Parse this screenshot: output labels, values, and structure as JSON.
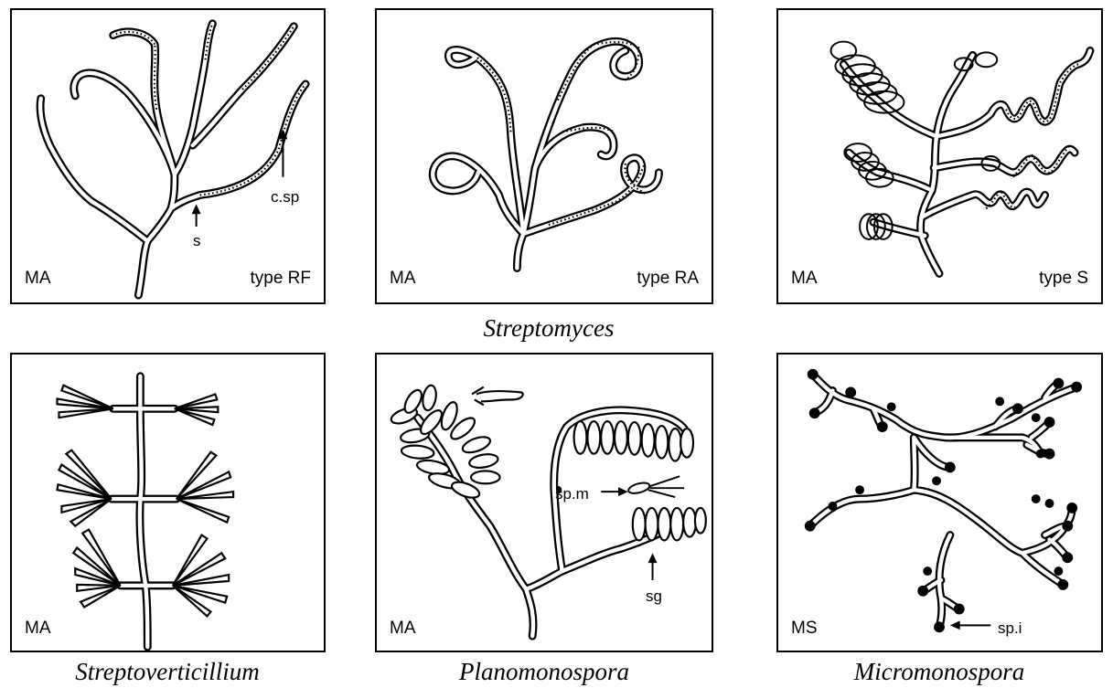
{
  "panels": {
    "rf": {
      "corner_left": "MA",
      "corner_right": "type RF",
      "annotations": {
        "spore_chain": "c.sp",
        "sporophore": "s"
      }
    },
    "ra": {
      "corner_left": "MA",
      "corner_right": "type RA"
    },
    "s": {
      "corner_left": "MA",
      "corner_right": "type S"
    },
    "sv": {
      "corner_left": "MA"
    },
    "plano": {
      "corner_left": "MA",
      "annotations": {
        "motile_spore": "sp.m",
        "sporangium": "sg"
      }
    },
    "micro": {
      "corner_left": "MS",
      "annotations": {
        "spore": "sp.i"
      }
    }
  },
  "genera": {
    "streptomyces": "Streptomyces",
    "streptoverticillium": "Streptoverticillium",
    "planomonospora": "Planomonospora",
    "micromonospora": "Micromonospora"
  }
}
